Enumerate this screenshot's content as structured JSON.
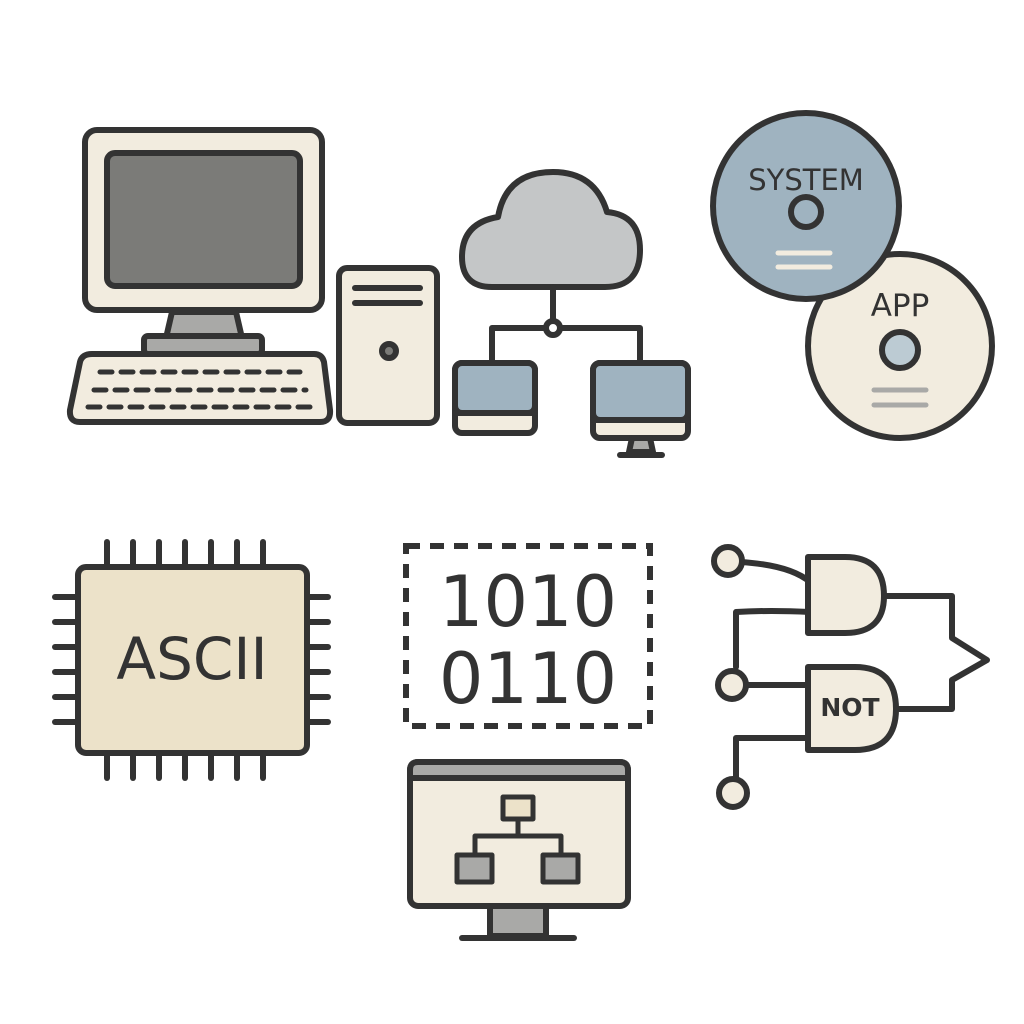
{
  "colors": {
    "stroke": "#333333",
    "cream": "#f2ecdf",
    "beige": "#ece2c9",
    "screen_dark": "#7b7b78",
    "slate_blue": "#9fb3c0",
    "cloud_gray": "#c4c6c7",
    "gray": "#a9a9a7",
    "pale_blue": "#bccbd3"
  },
  "icons": {
    "desktop": "desktop-computer-icon",
    "tower": "computer-tower-icon",
    "network": "cloud-network-icon",
    "discs": "software-discs-icon",
    "chip": "microchip-icon",
    "binary": "binary-data-icon",
    "flowchart": "flowchart-monitor-icon",
    "gates": "logic-gates-icon"
  },
  "labels": {
    "disc_system": "SYSTEM",
    "disc_app": "APP",
    "chip": "ASCII",
    "binary_line1": "1010",
    "binary_line2": "0110",
    "gate_not": "NOT"
  }
}
